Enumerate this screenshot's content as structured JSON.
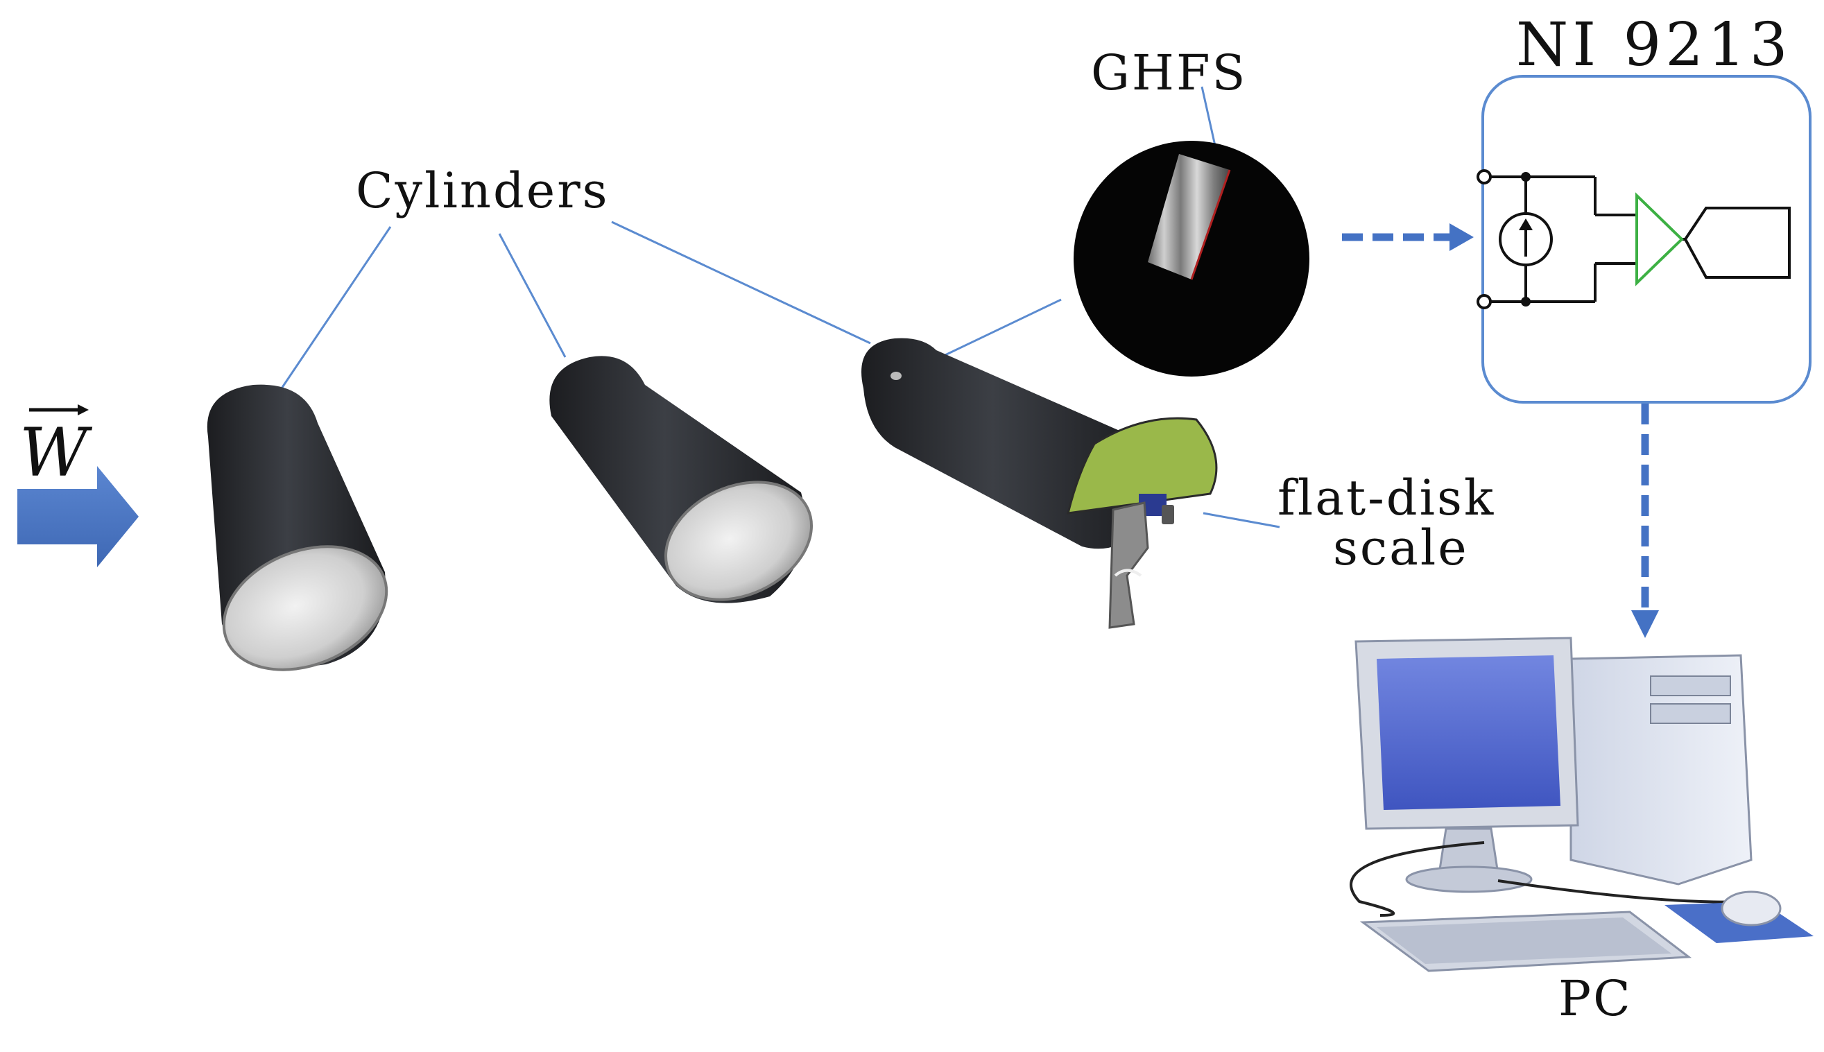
{
  "labels": {
    "cylinders": "Cylinders",
    "ghfs": "GHFS",
    "ni_module": "NI 9213",
    "flat_disk_line1": "flat-disk",
    "flat_disk_line2": "scale",
    "pc": "PC",
    "flow_symbol": "W"
  },
  "colors": {
    "leader_line": "#5b8bd0",
    "flow_arrow": "#4472c4",
    "dashed_arrow": "#4472c4",
    "module_border": "#5b8bd0",
    "amplifier": "#3cb043",
    "cylinder_body": "#2b2d31",
    "cylinder_face": "#dcdcdc",
    "flat_disk": "#9ab84a",
    "sensor_background": "#050505",
    "monitor_screen": "#5a72d6"
  },
  "icons": [
    "flow-arrow-icon",
    "cylinder-icon",
    "ghfs-sensor-icon",
    "amplifier-icon",
    "current-source-icon",
    "computer-icon",
    "keyboard-icon",
    "mouse-icon"
  ]
}
